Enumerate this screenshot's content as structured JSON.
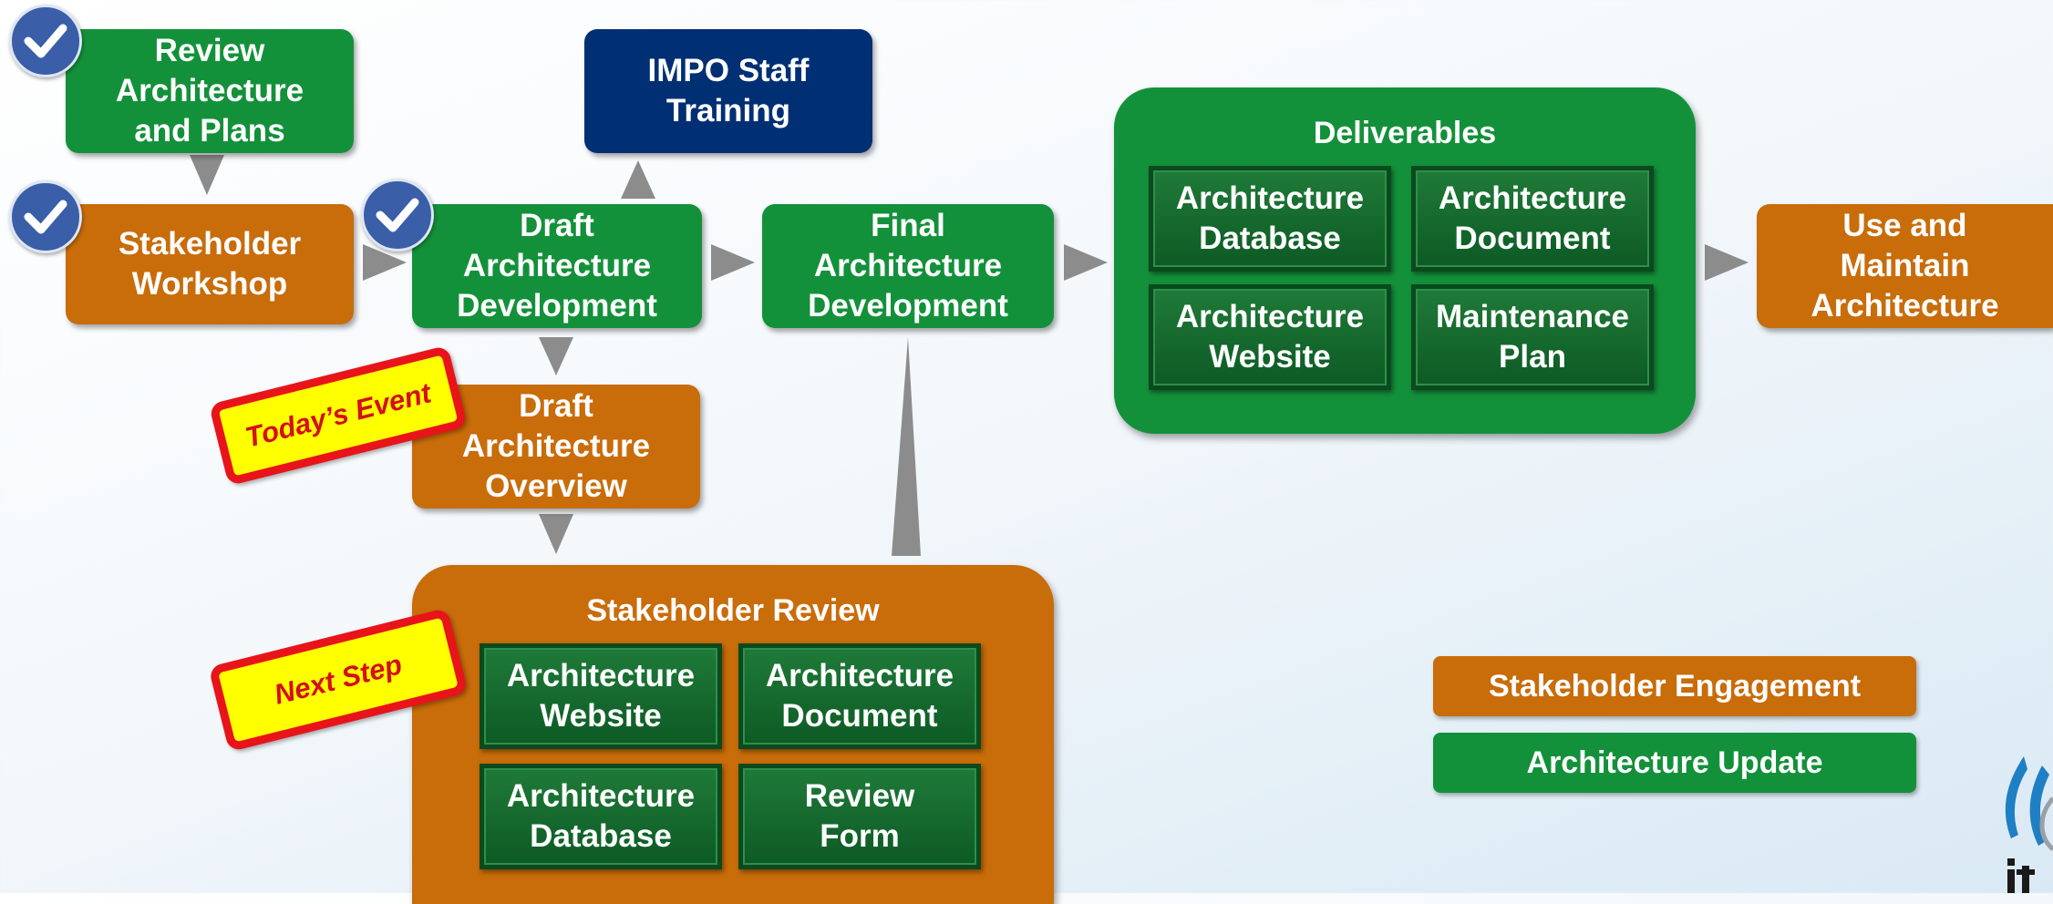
{
  "colors": {
    "stakeholder_engagement": "#c96c0a",
    "architecture_update": "#13913a",
    "training": "#002f74",
    "arrow": "#8c8c8c",
    "checkmark": "#3a5ea8",
    "badge_fill": "#ffff00",
    "badge_border": "#e8141a"
  },
  "steps": {
    "review": "Review\nArchitecture\nand Plans",
    "training": "IMPO Staff\nTraining",
    "workshop": "Stakeholder\nWorkshop",
    "draft_dev": "Draft\nArchitecture\nDevelopment",
    "final_dev": "Final\nArchitecture\nDevelopment",
    "draft_overview": "Draft\nArchitecture\nOverview",
    "use_maintain": "Use and\nMaintain\nArchitecture"
  },
  "deliverables": {
    "title": "Deliverables",
    "items": [
      "Architecture\nDatabase",
      "Architecture\nDocument",
      "Architecture\nWebsite",
      "Maintenance\nPlan"
    ]
  },
  "stakeholder_review": {
    "title": "Stakeholder Review",
    "items": [
      "Architecture\nWebsite",
      "Architecture\nDocument",
      "Architecture\nDatabase",
      "Review\nForm"
    ]
  },
  "badges": {
    "today": "Today’s Event",
    "next": "Next Step"
  },
  "legend": {
    "engagement": "Stakeholder Engagement",
    "update": "Architecture Update"
  },
  "completed_icon": "checkmark-icon",
  "logo_icon": "partial-logo"
}
